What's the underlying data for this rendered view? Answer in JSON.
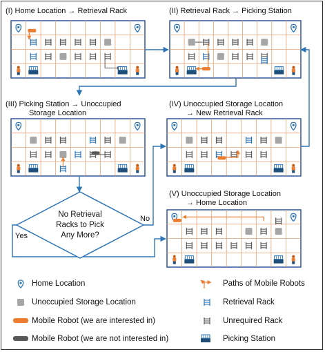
{
  "panels": {
    "p1": {
      "title": "(I) Home Location → Retrieval Rack"
    },
    "p2": {
      "title": "(II) Retrieval Rack → Picking Station"
    },
    "p3": {
      "title_line1": "(III) Picking Station → Unoccupied",
      "title_line2": "Storage Location"
    },
    "p4": {
      "title_line1": "(IV) Unoccupied Storage Location",
      "title_line2": "→ New Retrieval Rack"
    },
    "p5": {
      "title_line1": "(V) Unoccupied Storage Location",
      "title_line2": "→ Home Location"
    }
  },
  "decision": {
    "line1": "No Retrieval",
    "line2": "Racks to Pick",
    "line3": "Any More?",
    "yes": "Yes",
    "no": "No"
  },
  "legend": {
    "home": "Home Location",
    "unoccupied": "Unoccupied Storage Location",
    "robot_interest": "Mobile Robot (we are interested in)",
    "robot_other": "Mobile Robot (we are not interested in)",
    "paths": "Paths of Mobile Robots",
    "retrieval": "Retrieval Rack",
    "unrequired": "Unrequired Rack",
    "station": "Picking Station"
  },
  "colors": {
    "grid": "#e2a074",
    "border": "#2f5597",
    "orange": "#ed7d31",
    "blue": "#2e75b6",
    "gray": "#a6a6a6",
    "dark": "#595959"
  }
}
